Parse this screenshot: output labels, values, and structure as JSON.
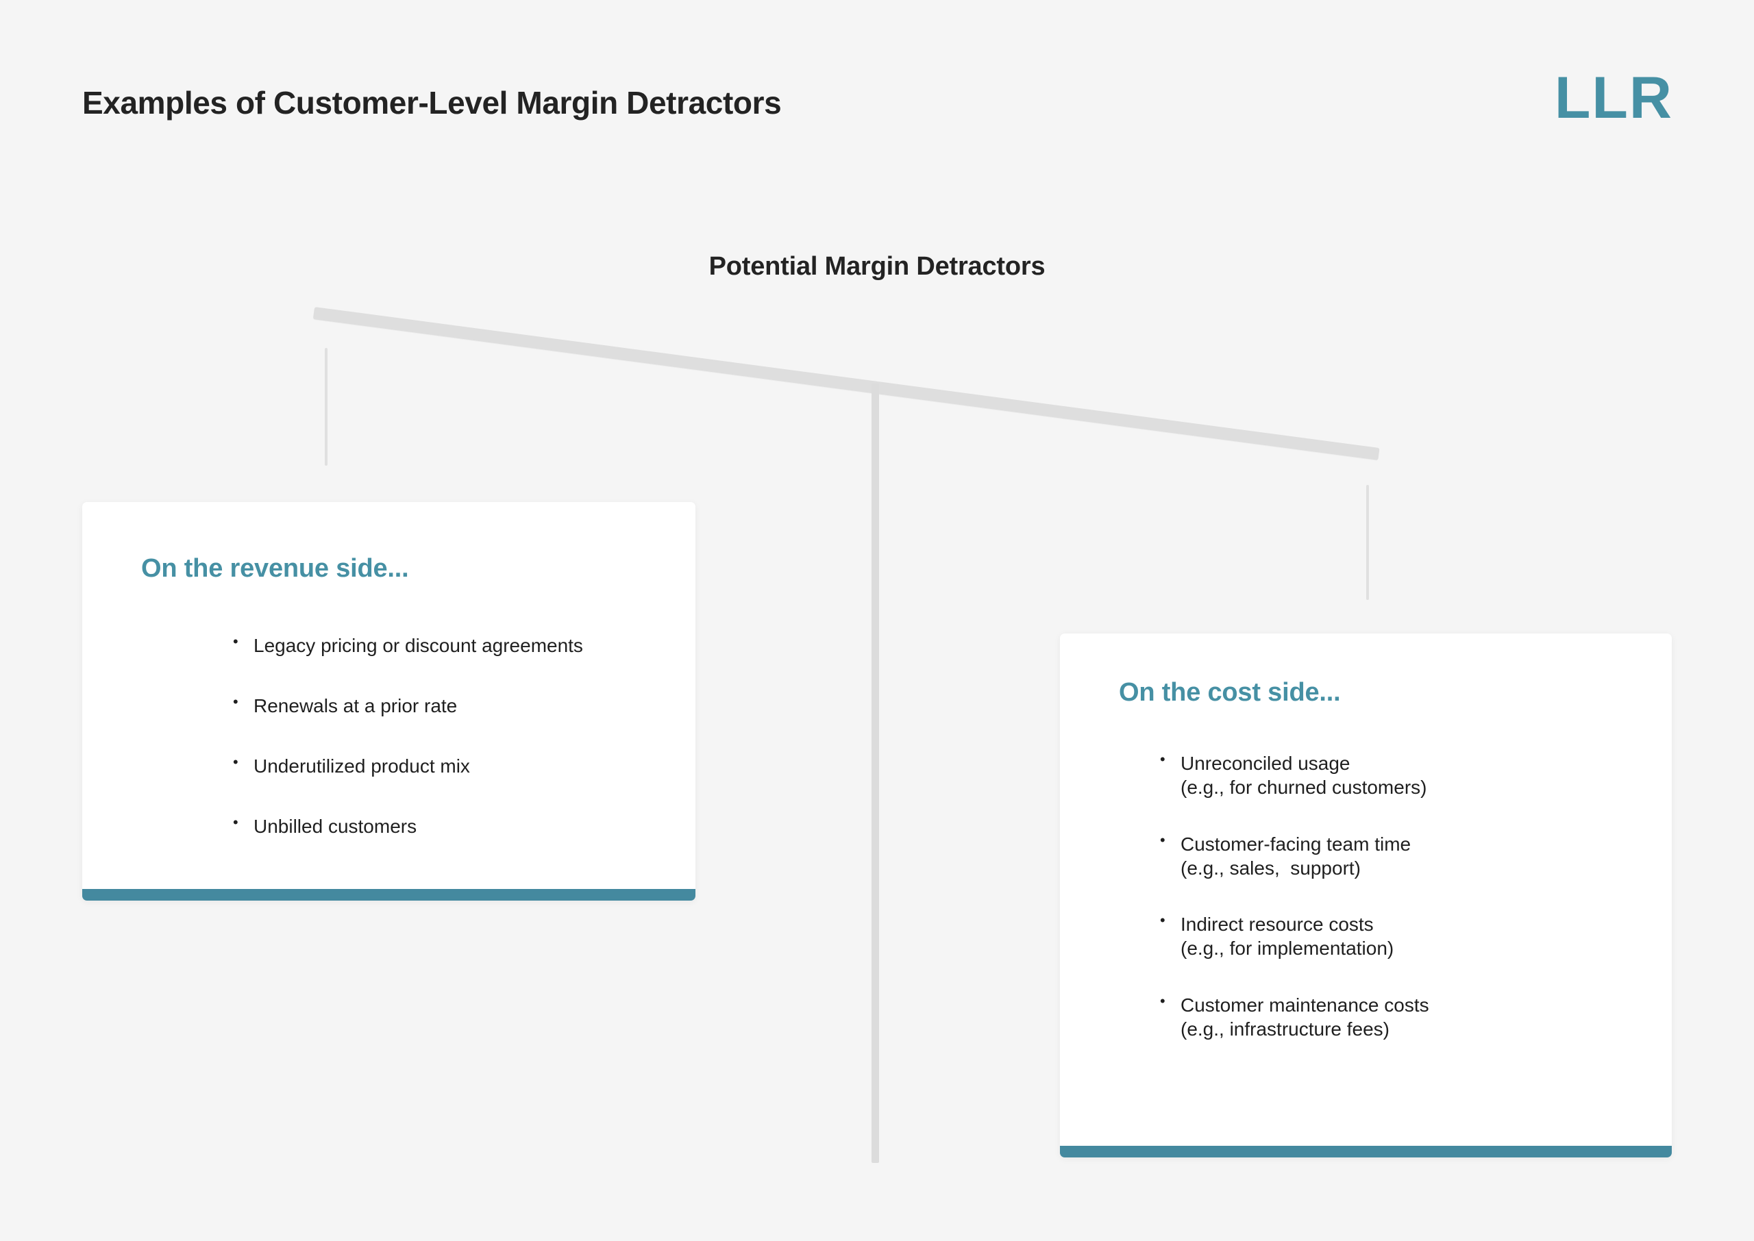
{
  "header": {
    "title": "Examples of Customer-Level Margin Detractors",
    "logo": "LLR"
  },
  "scale": {
    "title": "Potential Margin Detractors",
    "tilt": "right-side-heavy"
  },
  "colors": {
    "background": "#f5f5f5",
    "accent_teal": "#4690a4",
    "card_bar": "#44899f",
    "beam_gray": "#dedede",
    "text_dark": "#232323"
  },
  "cards": [
    {
      "id": "revenue",
      "heading": "On the revenue side...",
      "bullets": [
        {
          "main": "Legacy pricing or discount agreements",
          "sub": ""
        },
        {
          "main": "Renewals at a prior rate",
          "sub": ""
        },
        {
          "main": "Underutilized product mix",
          "sub": ""
        },
        {
          "main": "Unbilled customers",
          "sub": ""
        }
      ]
    },
    {
      "id": "cost",
      "heading": "On the cost side...",
      "bullets": [
        {
          "main": "Unreconciled usage",
          "sub": "(e.g., for churned customers)"
        },
        {
          "main": "Customer-facing team time",
          "sub": "(e.g., sales,  support)"
        },
        {
          "main": "Indirect resource costs",
          "sub": "(e.g., for implementation)"
        },
        {
          "main": "Customer maintenance costs",
          "sub": "(e.g., infrastructure fees)"
        }
      ]
    }
  ]
}
